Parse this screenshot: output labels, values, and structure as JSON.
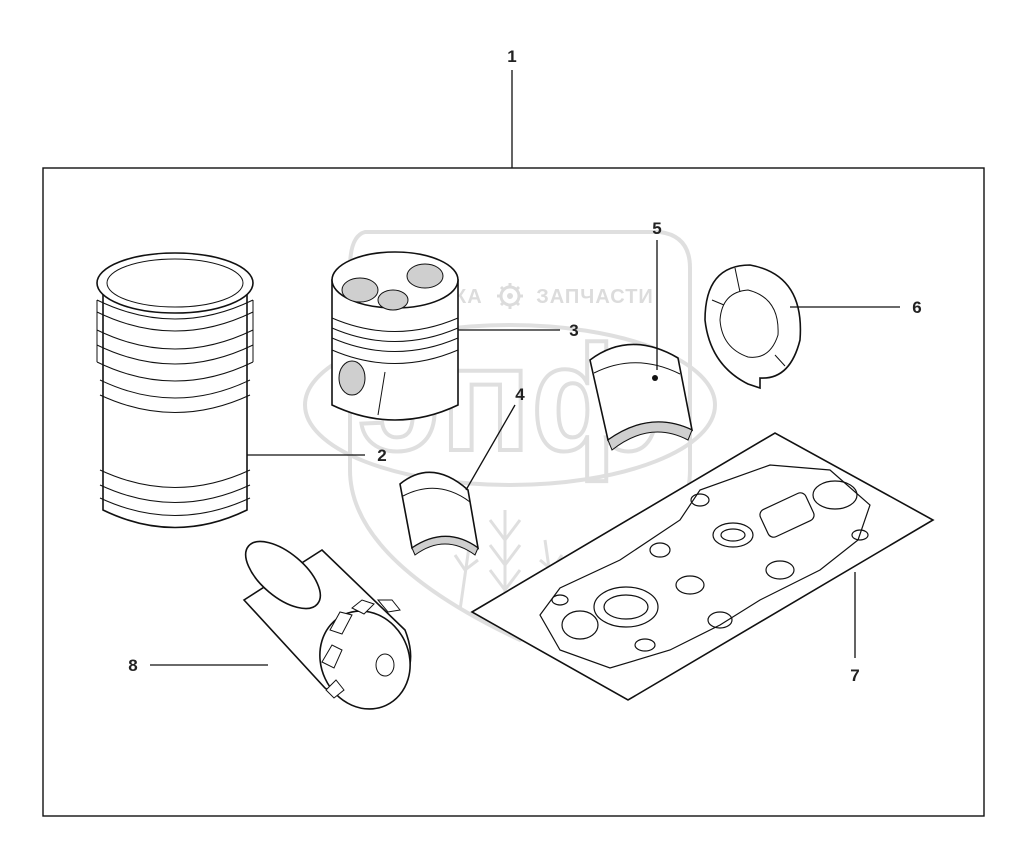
{
  "watermark": {
    "left_text": "ТЕХНИКА",
    "right_text": "ЗАПЧАСТИ",
    "logo_letters": "эпф"
  },
  "callouts": [
    {
      "id": "1",
      "label": "1"
    },
    {
      "id": "2",
      "label": "2"
    },
    {
      "id": "3",
      "label": "3"
    },
    {
      "id": "4",
      "label": "4"
    },
    {
      "id": "5",
      "label": "5"
    },
    {
      "id": "6",
      "label": "6"
    },
    {
      "id": "7",
      "label": "7"
    },
    {
      "id": "8",
      "label": "8"
    }
  ],
  "colors": {
    "line": "#111111",
    "watermark": "#d9d9d9",
    "background": "#ffffff"
  }
}
